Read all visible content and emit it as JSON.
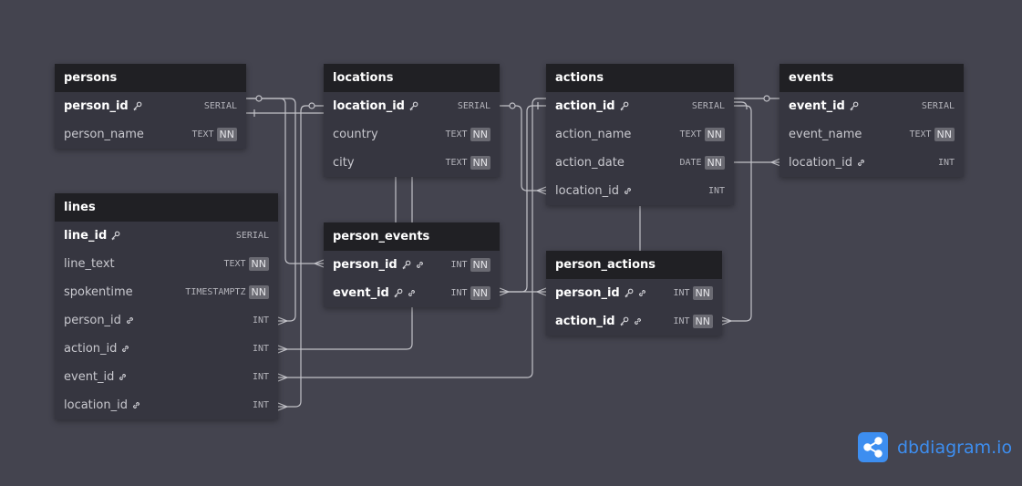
{
  "brand": {
    "name": "dbdiagram.io",
    "icon": "share-nodes-icon",
    "color": "#3d8ef0"
  },
  "colors": {
    "canvas": "#44444f",
    "table_body": "#363640",
    "table_header": "#202024",
    "connector": "#c2c2c8"
  },
  "tables": {
    "persons": {
      "name": "persons",
      "fields": [
        {
          "name": "person_id",
          "type": "SERIAL",
          "pk": true,
          "fk": false,
          "nn": false
        },
        {
          "name": "person_name",
          "type": "TEXT",
          "pk": false,
          "fk": false,
          "nn": true
        }
      ]
    },
    "locations": {
      "name": "locations",
      "fields": [
        {
          "name": "location_id",
          "type": "SERIAL",
          "pk": true,
          "fk": false,
          "nn": false
        },
        {
          "name": "country",
          "type": "TEXT",
          "pk": false,
          "fk": false,
          "nn": true
        },
        {
          "name": "city",
          "type": "TEXT",
          "pk": false,
          "fk": false,
          "nn": true
        }
      ]
    },
    "actions": {
      "name": "actions",
      "fields": [
        {
          "name": "action_id",
          "type": "SERIAL",
          "pk": true,
          "fk": false,
          "nn": false
        },
        {
          "name": "action_name",
          "type": "TEXT",
          "pk": false,
          "fk": false,
          "nn": true
        },
        {
          "name": "action_date",
          "type": "DATE",
          "pk": false,
          "fk": false,
          "nn": true
        },
        {
          "name": "location_id",
          "type": "INT",
          "pk": false,
          "fk": true,
          "nn": false
        }
      ]
    },
    "events": {
      "name": "events",
      "fields": [
        {
          "name": "event_id",
          "type": "SERIAL",
          "pk": true,
          "fk": false,
          "nn": false
        },
        {
          "name": "event_name",
          "type": "TEXT",
          "pk": false,
          "fk": false,
          "nn": true
        },
        {
          "name": "location_id",
          "type": "INT",
          "pk": false,
          "fk": true,
          "nn": false
        }
      ]
    },
    "lines": {
      "name": "lines",
      "fields": [
        {
          "name": "line_id",
          "type": "SERIAL",
          "pk": true,
          "fk": false,
          "nn": false
        },
        {
          "name": "line_text",
          "type": "TEXT",
          "pk": false,
          "fk": false,
          "nn": true
        },
        {
          "name": "spokentime",
          "type": "TIMESTAMPTZ",
          "pk": false,
          "fk": false,
          "nn": true
        },
        {
          "name": "person_id",
          "type": "INT",
          "pk": false,
          "fk": true,
          "nn": false
        },
        {
          "name": "action_id",
          "type": "INT",
          "pk": false,
          "fk": true,
          "nn": false
        },
        {
          "name": "event_id",
          "type": "INT",
          "pk": false,
          "fk": true,
          "nn": false
        },
        {
          "name": "location_id",
          "type": "INT",
          "pk": false,
          "fk": true,
          "nn": false
        }
      ]
    },
    "person_events": {
      "name": "person_events",
      "fields": [
        {
          "name": "person_id",
          "type": "INT",
          "pk": true,
          "fk": true,
          "nn": true
        },
        {
          "name": "event_id",
          "type": "INT",
          "pk": true,
          "fk": true,
          "nn": true
        }
      ]
    },
    "person_actions": {
      "name": "person_actions",
      "fields": [
        {
          "name": "person_id",
          "type": "INT",
          "pk": true,
          "fk": true,
          "nn": true
        },
        {
          "name": "action_id",
          "type": "INT",
          "pk": true,
          "fk": true,
          "nn": true
        }
      ]
    }
  }
}
